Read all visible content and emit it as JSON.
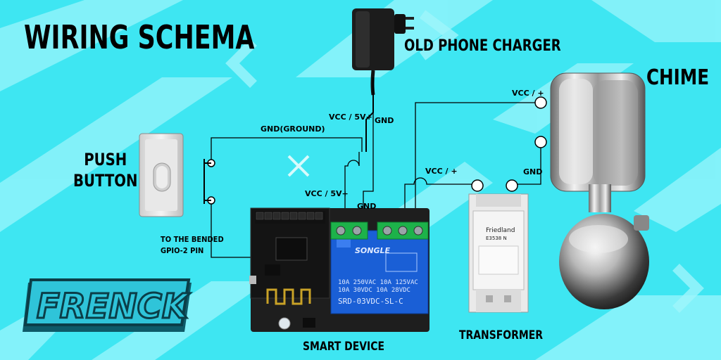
{
  "title": "WIRING SCHEMA",
  "components": {
    "charger": "OLD PHONE CHARGER",
    "chime": "CHIME",
    "push_button_line1": "PUSH",
    "push_button_line2": "BUTTON",
    "smart_device": "SMART DEVICE",
    "transformer": "TRANSFORMER"
  },
  "wire_labels": {
    "gnd_ground": "GND(GROUND)",
    "vcc_5v_top": "VCC / 5V+",
    "gnd_charger": "GND",
    "vcc_5v_mid": "VCC / 5V+",
    "gnd_relay": "GND",
    "vcc_transformer": "VCC / +",
    "vcc_chime": "VCC / +",
    "gnd_chime": "GND",
    "gpio_line1": "TO THE BENDED",
    "gpio_line2": "GPIO-2 PIN"
  },
  "relay_text": {
    "brand": "SONGLE",
    "rating1": "10A 250VAC  10A 125VAC",
    "rating2": "10A  30VDC  10A  28VDC",
    "model": "SRD-03VDC-SL-C"
  },
  "transformer_text": {
    "brand": "Friedland",
    "model": "E3538 N"
  },
  "logo": "FRENCK",
  "colors": {
    "background": "#3ee6f2",
    "stripe": "#8ff3fb",
    "pcb": "#1e1e1e",
    "relay": "#1a5fd6",
    "terminal": "#1db24a",
    "logo_face": "#2fc4d9"
  }
}
